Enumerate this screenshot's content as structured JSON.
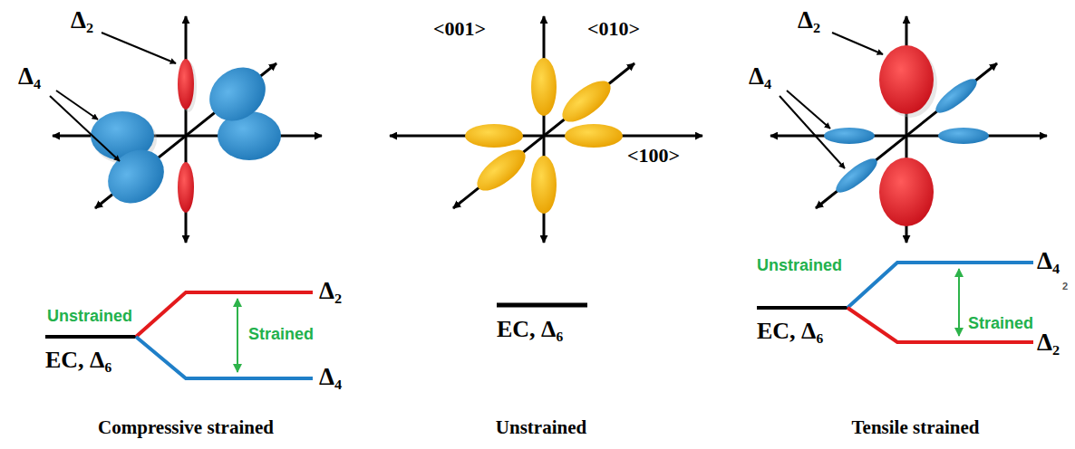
{
  "diagram": {
    "labels": [
      "Δ₂",
      "<001>",
      "<010>",
      "Δ₂",
      "Δ₄",
      "Δ₄",
      "<100>",
      "Unstrained",
      "Unstrained",
      "Δ₂",
      "Δ₄",
      "Strained",
      "EC, Δ₆",
      "EC, Δ₆",
      "EC, Δ₆",
      "Strained",
      "2",
      "Δ₄",
      "Δ₂",
      "Compressive strained",
      "Unstrained",
      "Tensile strained"
    ]
  }
}
